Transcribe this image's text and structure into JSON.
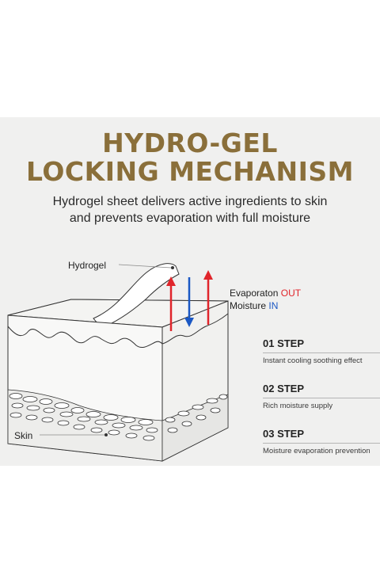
{
  "header": {
    "title_line1": "HYDRO-GEL",
    "title_line2": "LOCKING MECHANISM",
    "subtitle_line1": "Hydrogel sheet delivers active ingredients to skin",
    "subtitle_line2": "and prevents evaporation with full moisture"
  },
  "diagram": {
    "hydrogel_label": "Hydrogel",
    "skin_label": "Skin",
    "evaporation_label": "Evaporaton",
    "evaporation_tag": "OUT",
    "moisture_label": "Moisture",
    "moisture_tag": "IN"
  },
  "steps": [
    {
      "title": "01 STEP",
      "desc": "Instant cooling soothing effect"
    },
    {
      "title": "02 STEP",
      "desc": "Rich moisture supply"
    },
    {
      "title": "03 STEP",
      "desc": "Moisture evaporation prevention"
    }
  ],
  "colors": {
    "title": "#8a6f3a",
    "out_arrow": "#e0252b",
    "in_arrow": "#1b58c4",
    "panel_bg": "#f0f0ef"
  }
}
